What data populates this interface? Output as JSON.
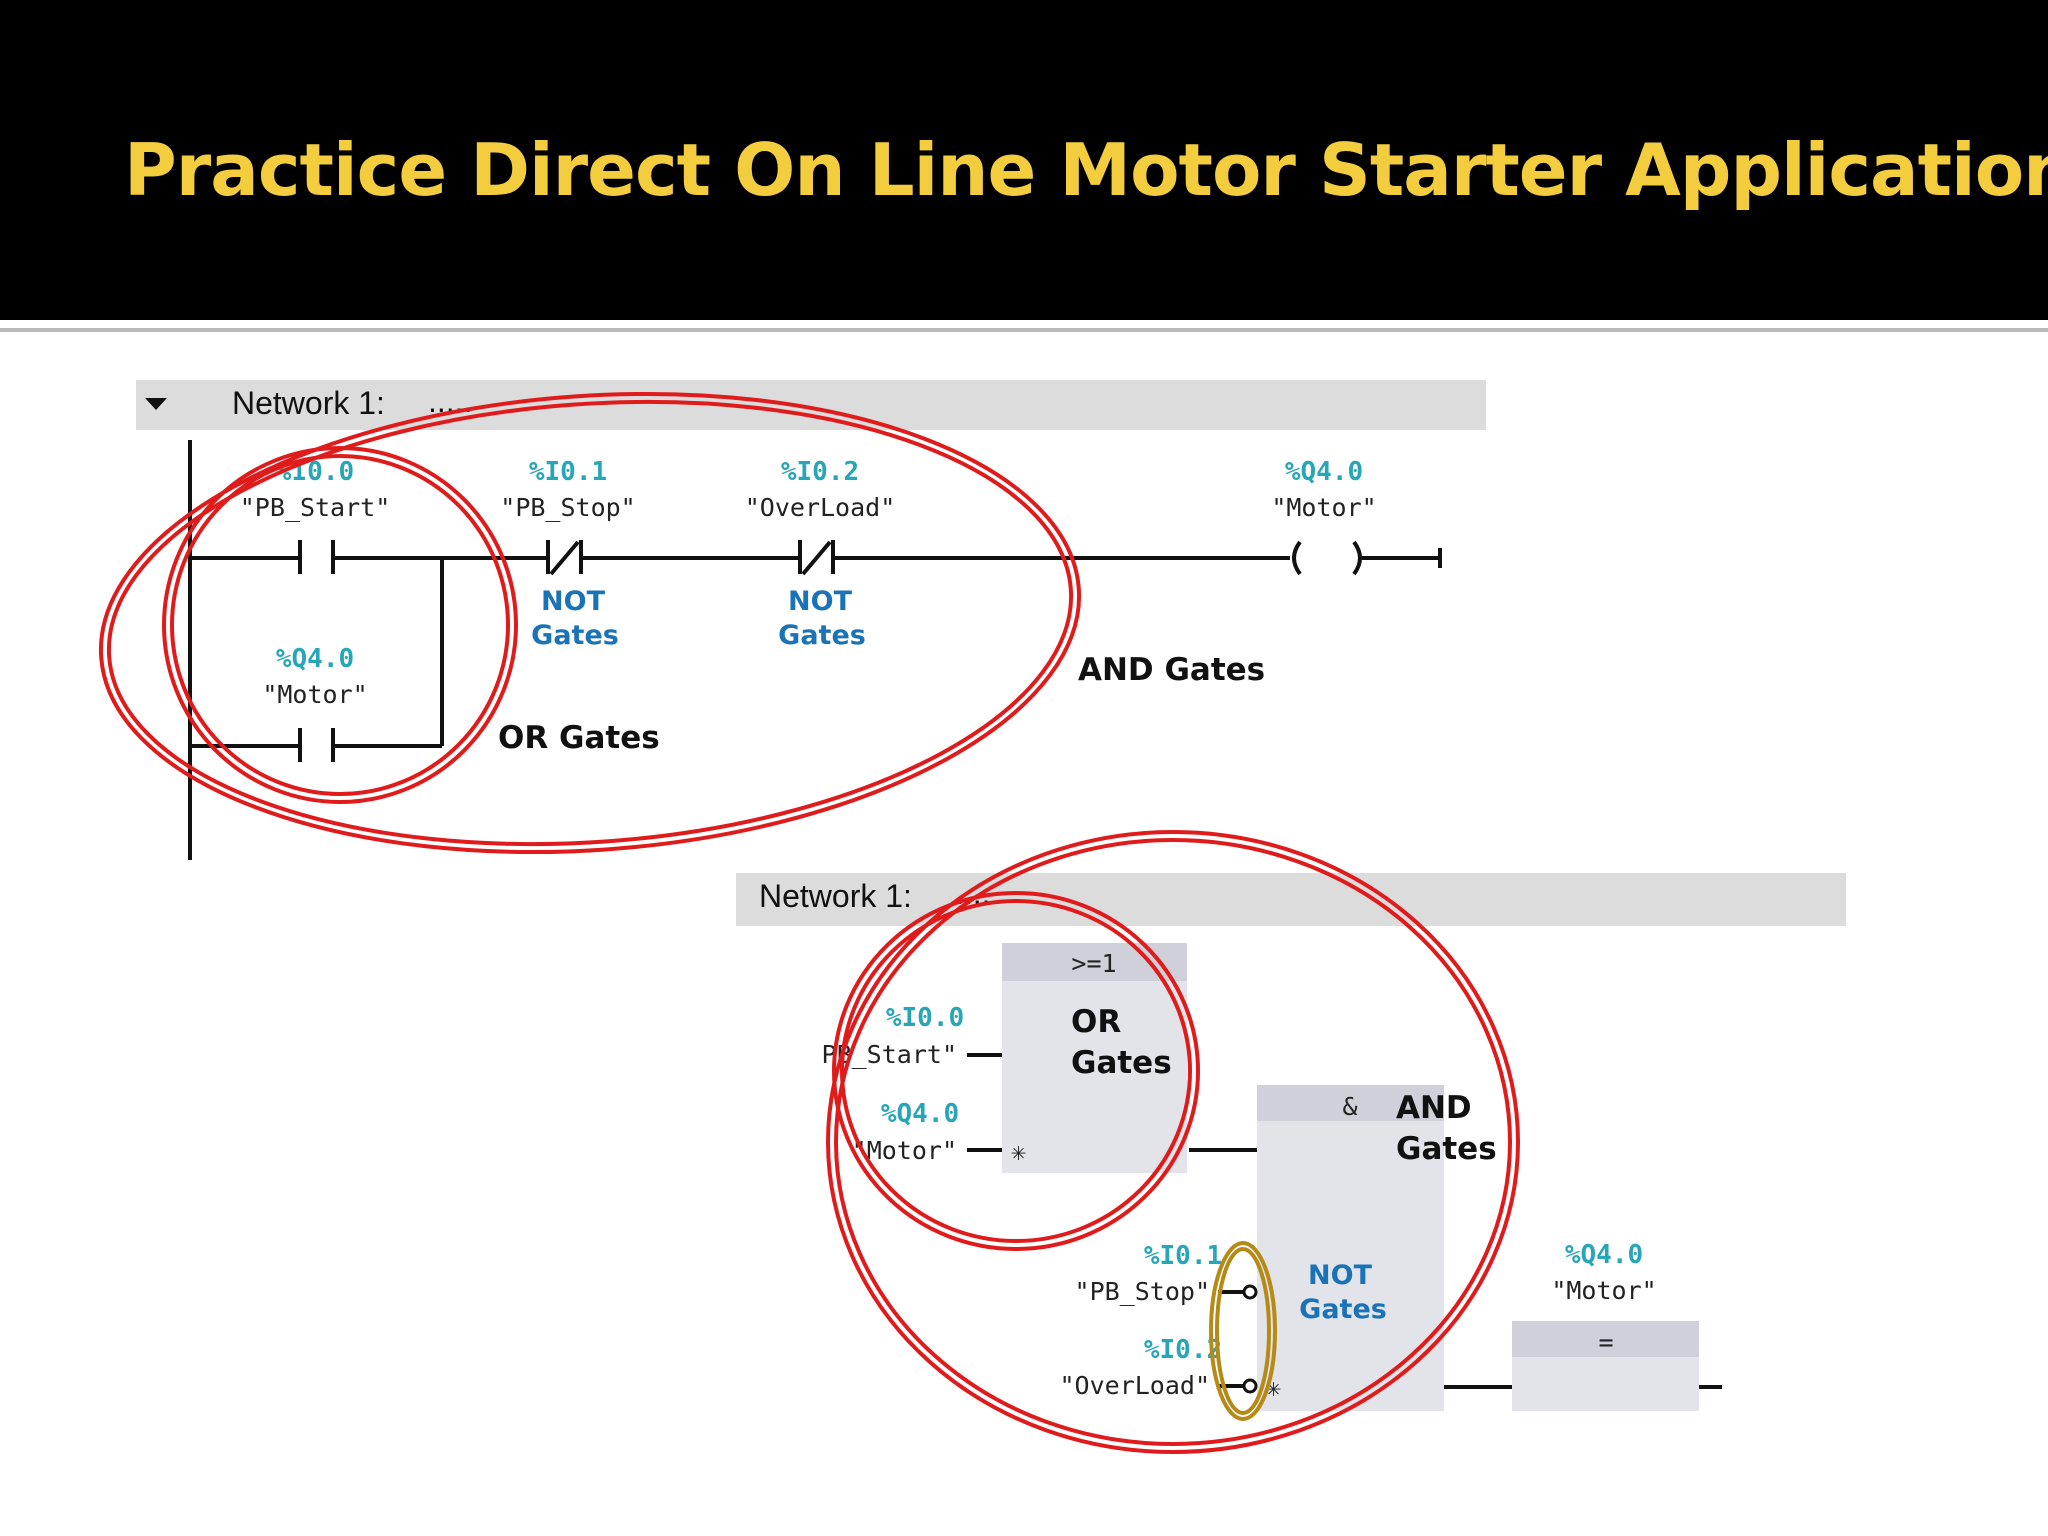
{
  "slide": {
    "title": "Practice Direct On Line Motor Starter Application"
  },
  "ladder": {
    "network_label": "Network 1:",
    "network_dots": ".....",
    "contacts": [
      {
        "address": "%I0.0",
        "symbol": "\"PB_Start\""
      },
      {
        "address": "%I0.1",
        "symbol": "\"PB_Stop\"",
        "note": [
          "NOT",
          "Gates"
        ]
      },
      {
        "address": "%I0.2",
        "symbol": "\"OverLoad\"",
        "note": [
          "NOT",
          "Gates"
        ]
      },
      {
        "address": "%Q4.0",
        "symbol": "\"Motor\""
      }
    ],
    "coil": {
      "address": "%Q4.0",
      "symbol": "\"Motor\""
    },
    "or_label": "OR Gates",
    "and_label": "AND Gates"
  },
  "fbd": {
    "network_label": "Network 1:",
    "network_dots": ".....",
    "or_block": {
      "header": ">=1",
      "note": [
        "OR",
        "Gates"
      ],
      "inputs": [
        {
          "address": "%I0.0",
          "symbol": "PB_Start\""
        },
        {
          "address": "%Q4.0",
          "symbol": "\"Motor\""
        }
      ]
    },
    "and_block": {
      "header": "&",
      "note": [
        "AND",
        "Gates"
      ],
      "not_note": [
        "NOT",
        "Gates"
      ],
      "inputs": [
        {
          "address": "%I0.1",
          "symbol": "\"PB_Stop\""
        },
        {
          "address": "%I0.2",
          "symbol": "\"OverLoad\""
        }
      ]
    },
    "assign_block": {
      "header": "=",
      "address": "%Q4.0",
      "symbol": "\"Motor\""
    }
  },
  "colors": {
    "title": "#f3cd3e",
    "tag": "#27a6b8",
    "note_blue": "#1a73b6",
    "highlight_red": "#e01b1b",
    "highlight_gold": "#b58a16"
  }
}
